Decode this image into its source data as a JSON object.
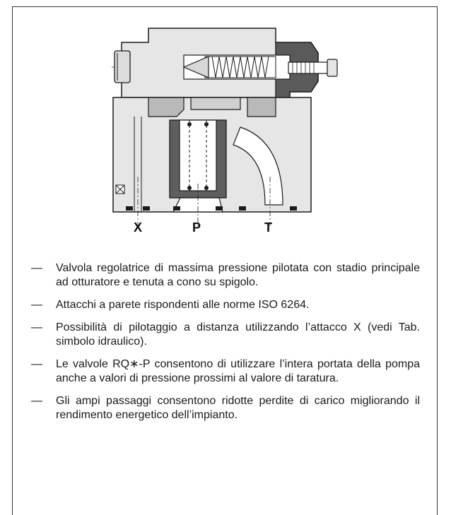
{
  "diagram": {
    "ports": [
      "X",
      "P",
      "T"
    ]
  },
  "description": {
    "dash": "—",
    "items": [
      "Valvola regolatrice di massima pressione pilotata con stadio principale ad otturatore e tenuta a cono su spigolo.",
      "Attacchi a parete rispondenti alle norme ISO 6264.",
      "Possibilità di pilotaggio a distanza utilizzando l’attacco X (vedi Tab. simbolo idraulico).",
      "Le valvole RQ∗-P consentono di utilizzare l’intera portata della pompa anche a valori di pressione prossimi al valore di taratura.",
      "Gli ampi passaggi consentono ridotte perdite di carico migliorando il rendimento energetico dell’impianto."
    ]
  },
  "colors": {
    "body_fill": "#e6e6e6",
    "section_fill": "#b9b9b9",
    "dark_fill": "#4a4a4a",
    "outline": "#1a1a1a"
  }
}
